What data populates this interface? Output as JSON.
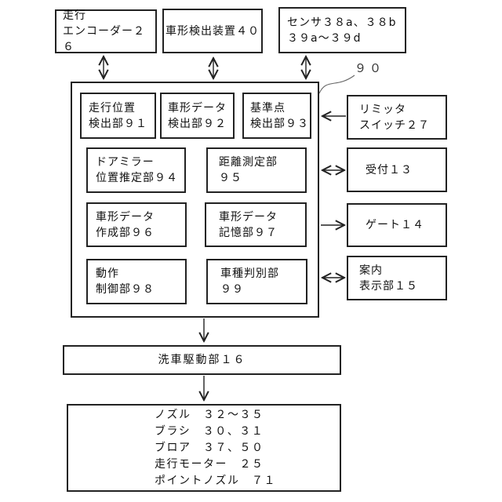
{
  "diagram": {
    "title": "car-wash control system block diagram",
    "top_boxes": [
      {
        "id": "26",
        "label": "走行\nエンコーダー２６"
      },
      {
        "id": "40",
        "label": "車形検出装置４０"
      },
      {
        "id": "38",
        "label": "センサ３８a、３８b\n３９a～３９d"
      }
    ],
    "controller": {
      "ref_label": "９０",
      "units": [
        {
          "id": "91",
          "label": "走行位置\n検出部９１"
        },
        {
          "id": "92",
          "label": "車形データ\n検出部９２"
        },
        {
          "id": "93",
          "label": "基準点\n検出部９３"
        },
        {
          "id": "94",
          "label": "ドアミラー\n位置推定部９４"
        },
        {
          "id": "95",
          "label": "距離測定部\n９５"
        },
        {
          "id": "96",
          "label": "車形データ\n作成部９６"
        },
        {
          "id": "97",
          "label": "車形データ\n記憶部９７"
        },
        {
          "id": "98",
          "label": "動作\n制御部９８"
        },
        {
          "id": "99",
          "label": "車種判別部\n９９"
        }
      ]
    },
    "right_boxes": [
      {
        "id": "27",
        "label": "リミッタ\nスイッチ２７"
      },
      {
        "id": "13",
        "label": "受付１３"
      },
      {
        "id": "14",
        "label": "ゲート１４"
      },
      {
        "id": "15",
        "label": "案内\n表示部１５"
      }
    ],
    "wash_drive": {
      "label": "洗車駆動部１６"
    },
    "actuators": {
      "label": "ノズル　３２～３５\nブラシ　３０、３１\nブロア　３７、５０\n走行モーター　２５\nポイントノズル　７１"
    },
    "colors": {
      "line": "#222222",
      "background": "#ffffff",
      "text": "#111111"
    }
  }
}
